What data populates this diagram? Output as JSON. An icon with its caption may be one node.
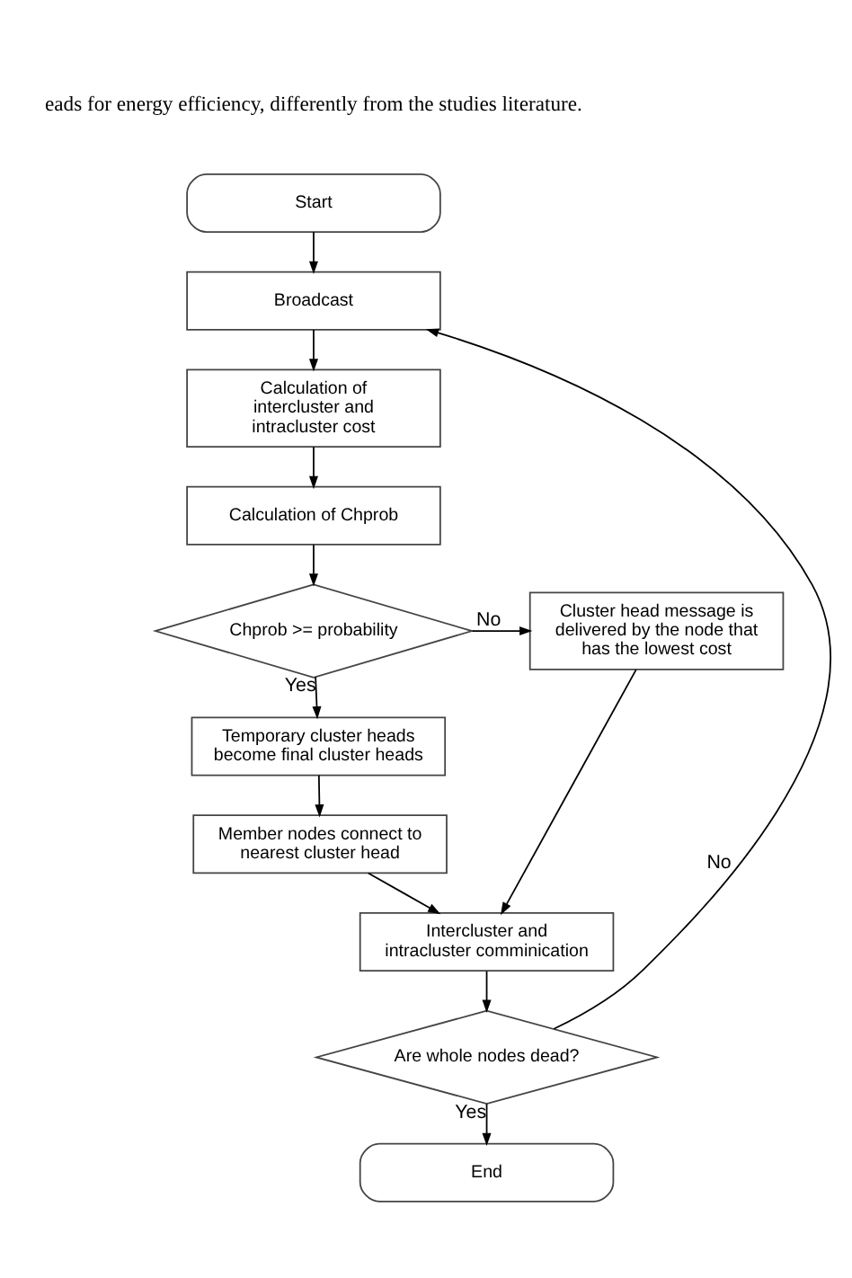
{
  "diagram": {
    "nodes": [
      {
        "text": [
          "Start"
        ]
      },
      {
        "text": [
          "Broadcast"
        ]
      },
      {
        "text": [
          "Calculation of intercluster and intracluster cost"
        ]
      },
      {
        "text": [
          "Calculation of Chprob"
        ]
      },
      {
        "text": [
          "Chprob >= probability"
        ]
      },
      {
        "text": [
          "Cluster head message is delivered by the node that has the lowest cost"
        ]
      },
      {
        "text": [
          "Temporary cluster heads become final cluster heads"
        ]
      },
      {
        "text": [
          "Member nodes connect to nearest cluster head"
        ]
      },
      {
        "text": [
          "Intercluster and intracluster comminication"
        ]
      },
      {
        "text": [
          "Are whole nodes dead?"
        ]
      },
      {
        "text": [
          "End"
        ]
      }
    ],
    "edges": [
      {
        "from": 0,
        "to": 1,
        "arrow": "to"
      },
      {
        "from": 1,
        "to": 2,
        "arrow": "to"
      },
      {
        "from": 2,
        "to": 3,
        "arrow": "to"
      },
      {
        "from": 3,
        "to": 4,
        "arrow": "to"
      },
      {
        "from": 4,
        "to": 5,
        "arrow": "to",
        "label": "No"
      },
      {
        "from": 4,
        "to": 6,
        "arrow": "to",
        "label": "Yes"
      },
      {
        "from": 6,
        "to": 7,
        "arrow": "to"
      },
      {
        "from": 7,
        "to": 8,
        "arrow": "to"
      },
      {
        "from": 5,
        "to": 8,
        "arrow": "to"
      },
      {
        "from": 8,
        "to": 9,
        "arrow": "to"
      },
      {
        "from": 9,
        "to": 1,
        "arrow": "to",
        "label": "No"
      },
      {
        "from": 9,
        "to": 10,
        "arrow": "to",
        "label": "Yes"
      }
    ],
    "labels": [
      "eads for energy efficiency, differently from the studies literature."
    ]
  }
}
